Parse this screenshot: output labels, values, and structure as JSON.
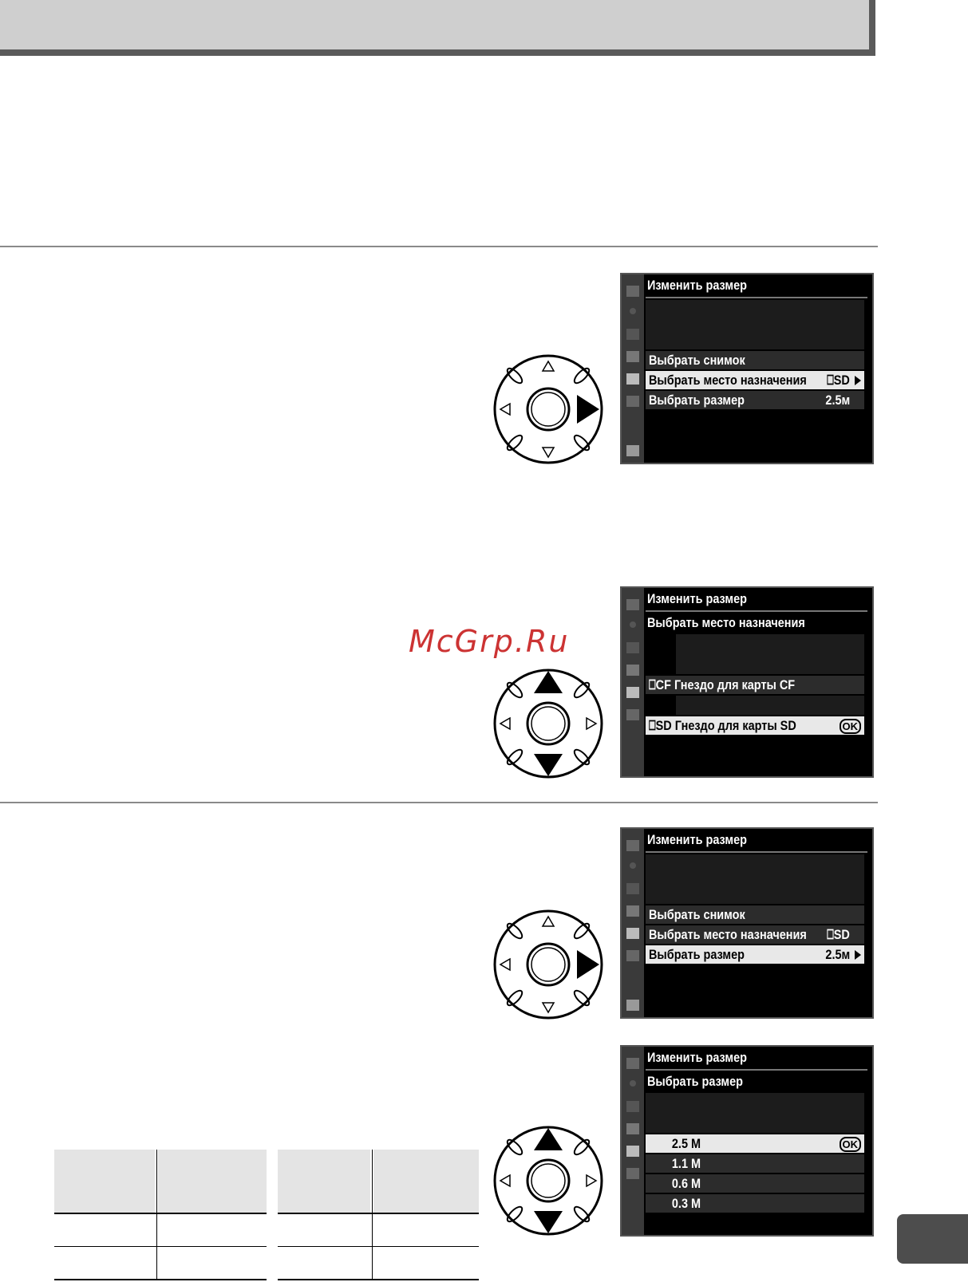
{
  "watermark": "McGrp.Ru",
  "screens": [
    {
      "title": "Изменить размер",
      "rows": [
        {
          "label": "Выбрать снимок",
          "value": "",
          "selected": false
        },
        {
          "label": "Выбрать место назначения",
          "value": "⎕SD",
          "selected": true,
          "arrow": true
        },
        {
          "label": "Выбрать размер",
          "value": "2.5м",
          "selected": false
        }
      ]
    },
    {
      "title": "Изменить размер",
      "subtitle": "Выбрать место назначения",
      "rows": [
        {
          "label": "⎕CF Гнездо для карты CF",
          "selected": false
        },
        {
          "label": "⎕SD Гнездо для карты SD",
          "selected": true,
          "ok": "OK"
        }
      ]
    },
    {
      "title": "Изменить размер",
      "rows": [
        {
          "label": "Выбрать снимок",
          "value": "",
          "selected": false
        },
        {
          "label": "Выбрать место назначения",
          "value": "⎕SD",
          "selected": false
        },
        {
          "label": "Выбрать размер",
          "value": "2.5м",
          "selected": true,
          "arrow": true
        }
      ]
    },
    {
      "title": "Изменить размер",
      "subtitle": "Выбрать размер",
      "rows": [
        {
          "label": "2.5 M",
          "selected": true,
          "ok": "OK"
        },
        {
          "label": "1.1 M",
          "selected": false
        },
        {
          "label": "0.6 M",
          "selected": false
        },
        {
          "label": "0.3 M",
          "selected": false
        }
      ]
    }
  ],
  "dials": [
    {
      "active": "right"
    },
    {
      "active": "updown"
    },
    {
      "active": "right"
    },
    {
      "active": "updown"
    }
  ],
  "colors": {
    "accent_red": "#cc3333",
    "tab_gray": "#4d4d4d",
    "header_gray": "#cfcfcf"
  }
}
